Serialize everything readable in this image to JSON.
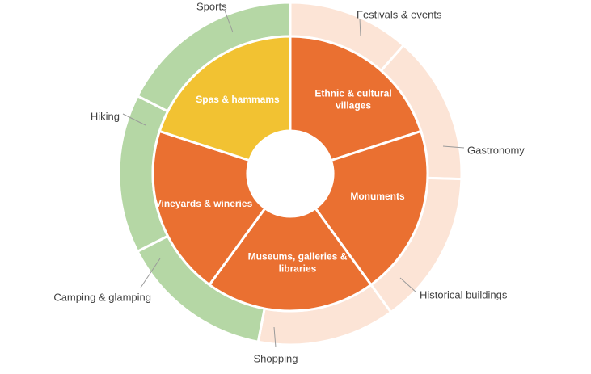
{
  "chart_data": {
    "type": "pie",
    "variant": "sunburst",
    "colors": {
      "orange": "#EA7031",
      "yellow": "#F2C232",
      "green": "#B5D7A5",
      "peach": "#FCE4D6",
      "separator": "#FFFFFF",
      "label_text": "#404040"
    },
    "inner": [
      {
        "label": "Ethnic & cultural villages",
        "lines": [
          "Ethnic & cultural",
          "villages"
        ],
        "value": 20,
        "color": "#EA7031"
      },
      {
        "label": "Monuments",
        "lines": [
          "Monuments"
        ],
        "value": 20,
        "color": "#EA7031"
      },
      {
        "label": "Museums, galleries & libraries",
        "lines": [
          "Museums, galleries &",
          "libraries"
        ],
        "value": 20,
        "color": "#EA7031"
      },
      {
        "label": "Vineyards & wineries",
        "lines": [
          "Vineyards & wineries"
        ],
        "value": 20,
        "color": "#EA7031"
      },
      {
        "label": "Spas & hammams",
        "lines": [
          "Spas & hammams"
        ],
        "value": 20,
        "color": "#F2C232"
      }
    ],
    "outer": [
      {
        "label": "Festivals & events",
        "value": 11.5,
        "color": "#FCE4D6"
      },
      {
        "label": "Gastronomy",
        "value": 14,
        "color": "#FCE4D6"
      },
      {
        "label": "Historical buildings",
        "value": 14.5,
        "color": "#FCE4D6"
      },
      {
        "label": "Shopping",
        "value": 13,
        "color": "#FCE4D6"
      },
      {
        "label": "Camping & glamping",
        "value": 14.5,
        "color": "#B5D7A5"
      },
      {
        "label": "Hiking",
        "value": 15,
        "color": "#B5D7A5"
      },
      {
        "label": "Sports",
        "value": 17.5,
        "color": "#B5D7A5"
      }
    ]
  }
}
